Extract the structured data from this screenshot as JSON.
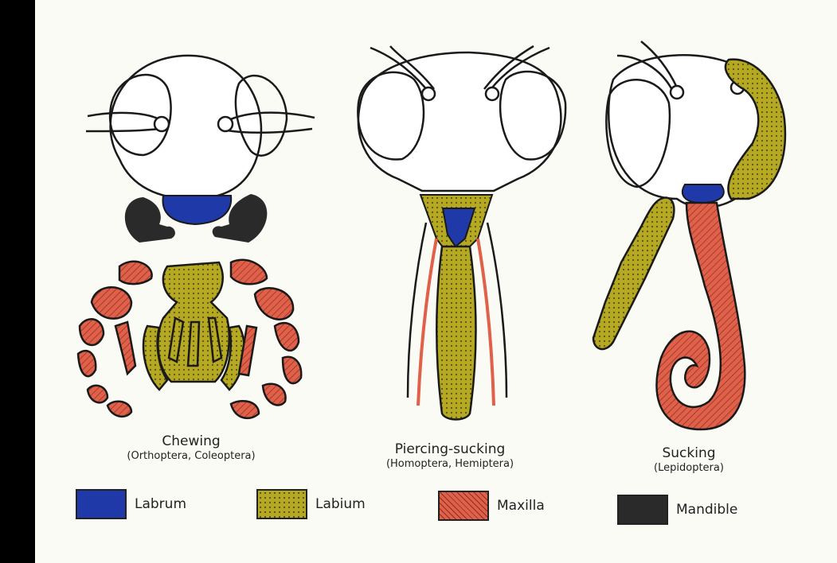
{
  "colors": {
    "labrum": "#1f3aa8",
    "labium": "#b5a822",
    "maxilla": "#e0604a",
    "mandible": "#2a2a2a",
    "outline": "#1a1a1a",
    "paper": "#fbfbf6"
  },
  "types": [
    {
      "title": "Chewing",
      "subtitle": "(Orthoptera, Coleoptera)"
    },
    {
      "title": "Piercing-sucking",
      "subtitle": "(Homoptera, Hemiptera)"
    },
    {
      "title": "Sucking",
      "subtitle": "(Lepidoptera)"
    }
  ],
  "legend": [
    {
      "label": "Labrum",
      "color": "#1f3aa8"
    },
    {
      "label": "Labium",
      "color": "#b5a822"
    },
    {
      "label": "Maxilla",
      "color": "#e0604a"
    },
    {
      "label": "Mandible",
      "color": "#2a2a2a"
    }
  ]
}
